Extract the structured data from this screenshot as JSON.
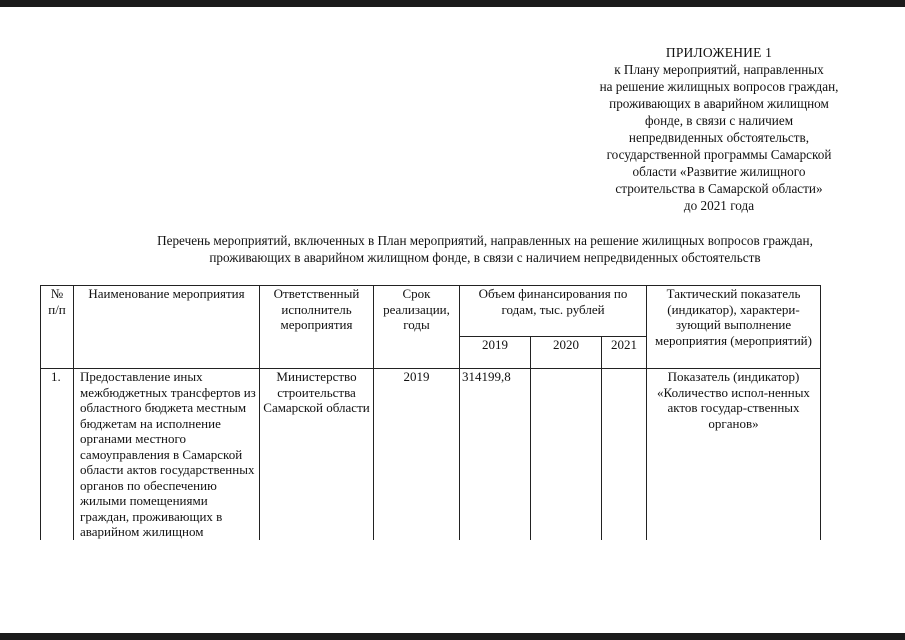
{
  "appendix": {
    "title": "ПРИЛОЖЕНИЕ 1",
    "lines": [
      "к Плану мероприятий, направленных",
      "на решение жилищных вопросов граждан,",
      "проживающих в аварийном жилищном",
      "фонде, в связи с наличием",
      "непредвиденных обстоятельств,",
      "государственной программы Самарской",
      "области «Развитие жилищного",
      "строительства  в Самарской области»",
      "до 2021 года"
    ]
  },
  "list_title": {
    "line1": "Перечень мероприятий, включенных в План мероприятий, направленных на решение жилищных вопросов граждан,",
    "line2": "проживающих в аварийном жилищном фонде, в связи с наличием непредвиденных обстоятельств"
  },
  "table": {
    "headers": {
      "num": "№ п/п",
      "name": "Наименование мероприятия",
      "responsible": "Ответственный исполнитель мероприятия",
      "term": "Срок реализации, годы",
      "funding": "Объем финансирования по годам, тыс. рублей",
      "indicator": "Тактический показатель (индикатор), характери-зующий выполнение мероприятия (мероприятий)"
    },
    "years": [
      "2019",
      "2020",
      "2021"
    ],
    "rows": [
      {
        "num": "1.",
        "name": "Предоставление иных межбюджетных трансфертов из областного бюджета местным бюджетам на исполнение органами местного самоуправления в Самарской области актов государственных органов по обеспечению жилыми помещениями граждан, проживающих в аварийном жилищном",
        "responsible": "Министерство строительства Самарской области",
        "term": "2019",
        "amount_2019": "314199,8",
        "amount_2020": "",
        "amount_2021": "",
        "indicator": "Показатель (индикатор) «Количество испол-ненных актов государ-ственных органов»"
      }
    ]
  }
}
